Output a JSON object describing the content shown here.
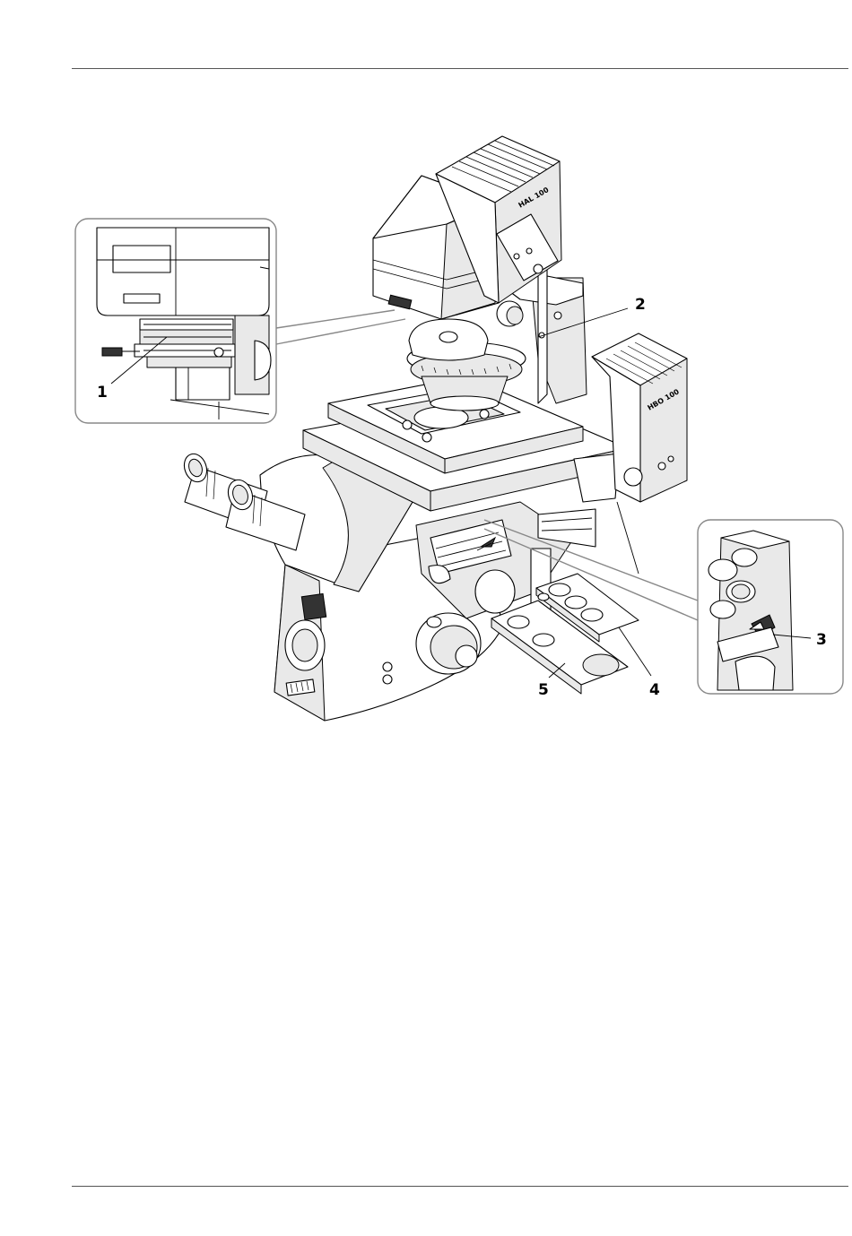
{
  "figure": {
    "callouts": [
      {
        "id": 1,
        "label": "1"
      },
      {
        "id": 2,
        "label": "2"
      },
      {
        "id": 3,
        "label": "3"
      },
      {
        "id": 4,
        "label": "4"
      },
      {
        "id": 5,
        "label": "5"
      }
    ],
    "device_labels": {
      "hal_lamp": "HAL 100",
      "hbo_lamp": "HBO 100"
    }
  }
}
